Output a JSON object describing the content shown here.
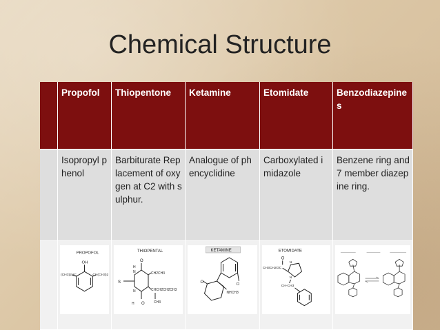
{
  "slide": {
    "title": "Chemical Structure"
  },
  "table": {
    "headers": [
      "Propofol",
      "Thiopentone",
      "Ketamine",
      "Etomidate",
      "Benzodiazepines"
    ],
    "descriptions": [
      "Isopropyl phenol",
      "Barbiturate Replacement of oxygen at C2 with sulphur.",
      "Analogue of phencyclidine",
      "Carboxylated imidazole",
      "Benzene ring and 7 member diazepine ring."
    ],
    "structures": {
      "propofol": {
        "name": "PROPOFOL",
        "top_group": "OH",
        "left_group": "(CH3)2HC",
        "right_group": "CH(CH3)2"
      },
      "thiopental": {
        "name": "THIOPENTAL",
        "s": "S",
        "o1": "O",
        "o2": "O",
        "h1": "H",
        "h2": "H",
        "n1": "N",
        "n2": "N",
        "r1": "CH2CH3",
        "r2": "CHCH2CH2CH3",
        "r3": "CH3"
      },
      "ketamine": {
        "name": "KETAMINE",
        "o": "O",
        "nh": "NHCH3",
        "cl": "Cl"
      },
      "etomidate": {
        "name": "ETOMIDATE",
        "ester": "CH3CH2OC",
        "o": "O",
        "n1": "N",
        "n2": "N",
        "ch": "CH-CH3"
      }
    }
  }
}
